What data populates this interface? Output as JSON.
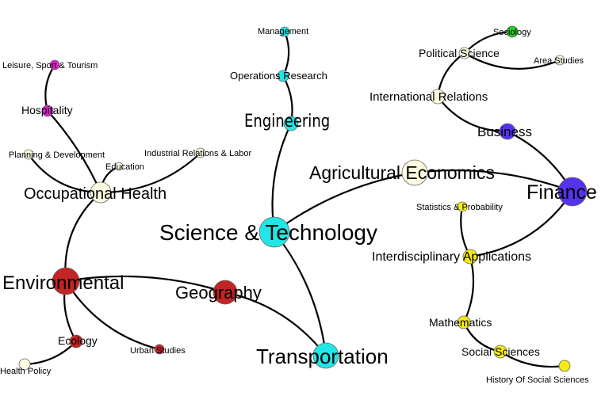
{
  "colors": {
    "magenta": "#e020d0",
    "cream": "#fdfbe0",
    "cyan": "#22e6e6",
    "red": "#c42424",
    "yellow": "#f6ec10",
    "purple": "#5533ee",
    "green": "#22cc22",
    "edge": "#000000"
  },
  "nodes": {
    "leisure": {
      "label": "Leisure, Sport & Tourism",
      "color": "magenta"
    },
    "hospitality": {
      "label": "Hospitality",
      "color": "magenta"
    },
    "planning": {
      "label": "Planning & Development",
      "color": "cream"
    },
    "education": {
      "label": "Education",
      "color": "cream"
    },
    "industrial": {
      "label": "Industrial Relations & Labor",
      "color": "cream"
    },
    "occupational": {
      "label": "Occupational Health",
      "color": "cream"
    },
    "environmental": {
      "label": "Environmental",
      "color": "red"
    },
    "ecology": {
      "label": "Ecology",
      "color": "red"
    },
    "health_policy": {
      "label": "Health Policy",
      "color": "cream"
    },
    "urban": {
      "label": "Urban Studies",
      "color": "red"
    },
    "geography": {
      "label": "Geography",
      "color": "red"
    },
    "management": {
      "label": "Management",
      "color": "cyan"
    },
    "operations": {
      "label": "Operations Research",
      "color": "cyan"
    },
    "engineering": {
      "label": "Engineering",
      "color": "cyan"
    },
    "scitech": {
      "label": "Science & Technology",
      "color": "cyan"
    },
    "transportation": {
      "label": "Transportation",
      "color": "cyan"
    },
    "agecon": {
      "label": "Agricultural Economics",
      "color": "cream"
    },
    "sociology": {
      "label": "Sociology",
      "color": "green"
    },
    "polisci": {
      "label": "Political Science",
      "color": "cream"
    },
    "area": {
      "label": "Area Studies",
      "color": "cream"
    },
    "intrel": {
      "label": "International Relations",
      "color": "cream"
    },
    "business": {
      "label": "Business",
      "color": "purple"
    },
    "finance": {
      "label": "Finance",
      "color": "purple"
    },
    "stats": {
      "label": "Statistics & Probability",
      "color": "yellow"
    },
    "interdisc": {
      "label": "Interdisciplinary Applications",
      "color": "yellow"
    },
    "mathematics": {
      "label": "Mathematics",
      "color": "yellow"
    },
    "socsci": {
      "label": "Social Sciences",
      "color": "yellow"
    },
    "histsoc": {
      "label": "History Of Social Sciences",
      "color": "yellow"
    }
  },
  "edges": [
    [
      "leisure",
      "hospitality"
    ],
    [
      "hospitality",
      "occupational"
    ],
    [
      "planning",
      "occupational"
    ],
    [
      "education",
      "occupational"
    ],
    [
      "industrial",
      "occupational"
    ],
    [
      "occupational",
      "environmental"
    ],
    [
      "environmental",
      "ecology"
    ],
    [
      "ecology",
      "health_policy"
    ],
    [
      "environmental",
      "urban"
    ],
    [
      "environmental",
      "geography"
    ],
    [
      "geography",
      "transportation"
    ],
    [
      "management",
      "operations"
    ],
    [
      "operations",
      "engineering"
    ],
    [
      "engineering",
      "scitech"
    ],
    [
      "scitech",
      "transportation"
    ],
    [
      "scitech",
      "agecon"
    ],
    [
      "agecon",
      "finance"
    ],
    [
      "sociology",
      "polisci"
    ],
    [
      "polisci",
      "area"
    ],
    [
      "polisci",
      "intrel"
    ],
    [
      "intrel",
      "business"
    ],
    [
      "business",
      "finance"
    ],
    [
      "finance",
      "interdisc"
    ],
    [
      "stats",
      "interdisc"
    ],
    [
      "interdisc",
      "mathematics"
    ],
    [
      "mathematics",
      "socsci"
    ],
    [
      "socsci",
      "histsoc"
    ]
  ]
}
